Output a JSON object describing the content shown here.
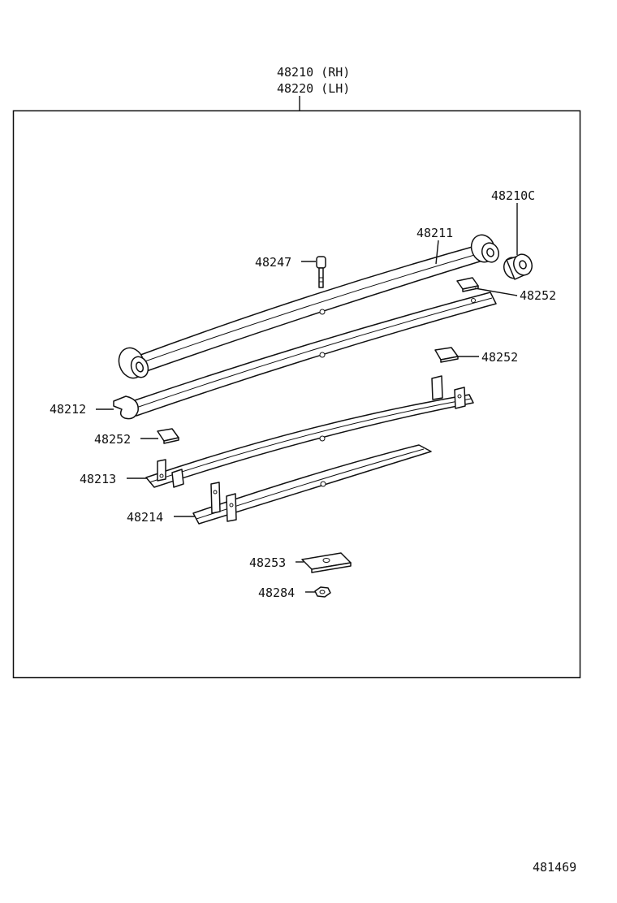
{
  "assembly": {
    "label_rh": "48210 (RH)",
    "label_lh": "48220 (LH)"
  },
  "parts": {
    "bushing": "48210C",
    "main_leaf": "48211",
    "clip_bolt": "48247",
    "liner_upper_right": "48252",
    "liner_mid_right": "48252",
    "second_leaf": "48212",
    "liner_left": "48252",
    "third_leaf": "48213",
    "fourth_leaf": "48214",
    "spacer": "48253",
    "nut": "48284"
  },
  "figure_number": "481469"
}
